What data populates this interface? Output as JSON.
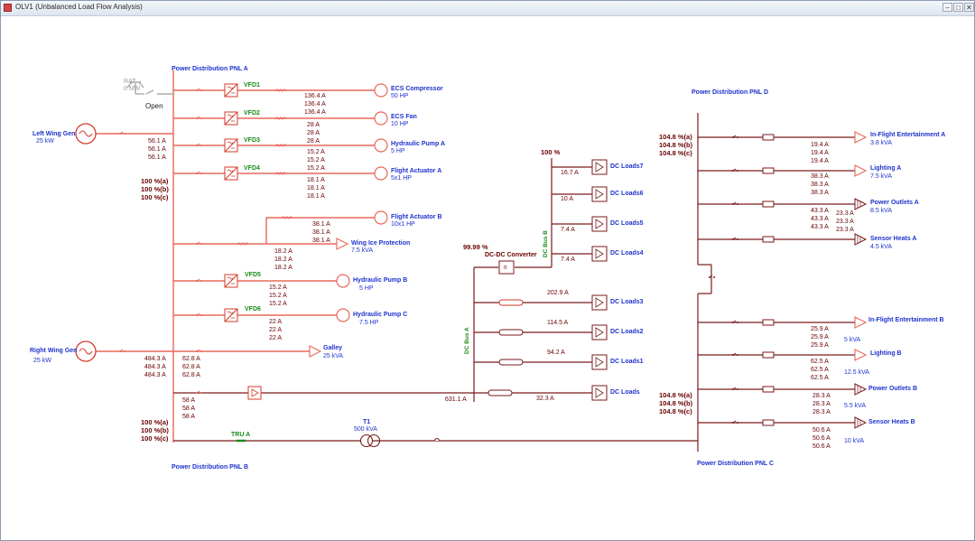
{
  "window": {
    "title": "OLV1 (Unbalanced Load Flow Analysis)",
    "controls": [
      "–",
      "□",
      "✕"
    ]
  },
  "colors": {
    "line": "#e8685a",
    "bus": "#7a1a1a",
    "label_blue": "#1f33cc",
    "label_green": "#1a8a1a",
    "value": "#6b0000"
  },
  "rat": {
    "label": "RAT",
    "value": "0 MW",
    "state": "Open"
  },
  "panels": {
    "pnl_a": "Power Distribution PNL A",
    "pnl_b": "Power Distribution PNL B",
    "pnl_c": "Power Distribution PNL C",
    "pnl_d": "Power Distribution PNL D"
  },
  "generators": {
    "left": {
      "name": "Left Wing Gen",
      "rating": "25 kW",
      "currents": [
        "56.1 A",
        "56.1 A",
        "56.1 A"
      ]
    },
    "right": {
      "name": "Right Wing Gen",
      "rating": "25 kW",
      "currents": [
        "484.3 A",
        "484.3 A",
        "484.3 A"
      ]
    }
  },
  "bus_voltages": {
    "a": [
      "100 %(a)",
      "100 %(b)",
      "100 %(c)"
    ],
    "b": [
      "100 %(a)",
      "100 %(b)",
      "100 %(c)"
    ],
    "d": [
      "104.8 %(a)",
      "104.8 %(b)",
      "104.8 %(c)"
    ],
    "c": [
      "104.8 %(a)",
      "104.8 %(b)",
      "104.8 %(c)"
    ],
    "dc_bus_a": "99.99 %",
    "dc_bus_b": "100 %"
  },
  "pnl_a_loads": [
    {
      "vfd": "VFD1",
      "name": "ECS Compressor",
      "rating": "50 HP",
      "currents": [
        "136.4 A",
        "136.4 A",
        "136.4 A"
      ]
    },
    {
      "vfd": "VFD2",
      "name": "ECS Fan",
      "rating": "10 HP",
      "currents": [
        "28 A",
        "28 A",
        "28 A"
      ]
    },
    {
      "vfd": "VFD3",
      "name": "Hydraulic Pump A",
      "rating": "5 HP",
      "currents": [
        "15.2 A",
        "15.2 A",
        "15.2 A"
      ]
    },
    {
      "vfd": "VFD4",
      "name": "Flight Actuator A",
      "rating": "5x1 HP",
      "currents": [
        "18.1 A",
        "18.1 A",
        "18.1 A"
      ]
    }
  ],
  "flight_actuator_b": {
    "name": "Flight Actuator B",
    "rating": "10x1 HP",
    "currents": [
      "38.1 A",
      "38.1 A",
      "38.1 A"
    ]
  },
  "wing_ice": {
    "name": "Wing Ice Protection",
    "rating": "7.5 kVA",
    "currents": [
      "18.2 A",
      "18.2 A",
      "18.2 A"
    ]
  },
  "hyd_pump_b": {
    "vfd": "VFD5",
    "name": "Hydraulic Pump B",
    "rating": "5 HP",
    "currents": [
      "15.2 A",
      "15.2 A",
      "15.2 A"
    ]
  },
  "hyd_pump_c": {
    "vfd": "VFD6",
    "name": "Hydraulic Pump C",
    "rating": "7.5 HP",
    "currents": [
      "22 A",
      "22 A",
      "22 A"
    ]
  },
  "galley": {
    "name": "Galley",
    "rating": "25 kVA",
    "currents": [
      "62.8 A",
      "62.8 A",
      "62.8 A"
    ]
  },
  "rectifier_feed": {
    "currents": [
      "58 A",
      "58 A",
      "58 A"
    ],
    "dc_current": "631.1 A"
  },
  "tru": {
    "label": "TRU A"
  },
  "transformer": {
    "name": "T1",
    "rating": "500 kVA"
  },
  "dc_dc_converter": {
    "label": "DC-DC Converter"
  },
  "dc_bus_labels": {
    "a": "DC Bus A",
    "b": "DC Bus B"
  },
  "dc_bus_b_loads": [
    {
      "name": "DC Loads7",
      "current": "16.7 A"
    },
    {
      "name": "DC Loads6",
      "current": "10 A"
    },
    {
      "name": "DC Loads5",
      "current": "7.4 A"
    },
    {
      "name": "DC Loads4",
      "current": "7.4 A"
    }
  ],
  "dc_bus_a_loads": [
    {
      "name": "DC Loads3",
      "current": "202.9 A"
    },
    {
      "name": "DC Loads2",
      "current": "114.5 A"
    },
    {
      "name": "DC Loads1",
      "current": "94.2 A"
    },
    {
      "name": "DC Loads",
      "current": "32.3 A"
    }
  ],
  "pnl_d_loads": [
    {
      "name": "In-Flight Entertainment A",
      "rating": "3.8 kVA",
      "currents": [
        "19.4 A",
        "19.4 A",
        "19.4 A"
      ]
    },
    {
      "name": "Lighting A",
      "rating": "7.5 kVA",
      "currents": [
        "38.3 A",
        "38.3 A",
        "38.3 A"
      ]
    },
    {
      "name": "Power Outlets A",
      "rating": "8.5 kVA",
      "currents": [
        "43.3 A",
        "43.3 A",
        "43.3 A"
      ],
      "currents2": [
        "23.3 A",
        "23.3 A",
        "23.3 A"
      ]
    },
    {
      "name": "Sensor Heats A",
      "rating": "4.5 kVA"
    }
  ],
  "pnl_c_loads": [
    {
      "name": "In-Flight Entertainment B",
      "rating": "5 kVA",
      "currents": [
        "25.9 A",
        "25.9 A",
        "25.9 A"
      ]
    },
    {
      "name": "Lighting B",
      "rating": "12.5 kVA",
      "currents": [
        "62.5 A",
        "62.5 A",
        "62.5 A"
      ]
    },
    {
      "name": "Power Outlets B",
      "rating": "5.5 kVA",
      "currents": [
        "28.3 A",
        "28.3 A",
        "28.3 A"
      ]
    },
    {
      "name": "Sensor Heats B",
      "rating": "10 kVA",
      "currents": [
        "50.6 A",
        "50.6 A",
        "50.6 A"
      ]
    }
  ]
}
